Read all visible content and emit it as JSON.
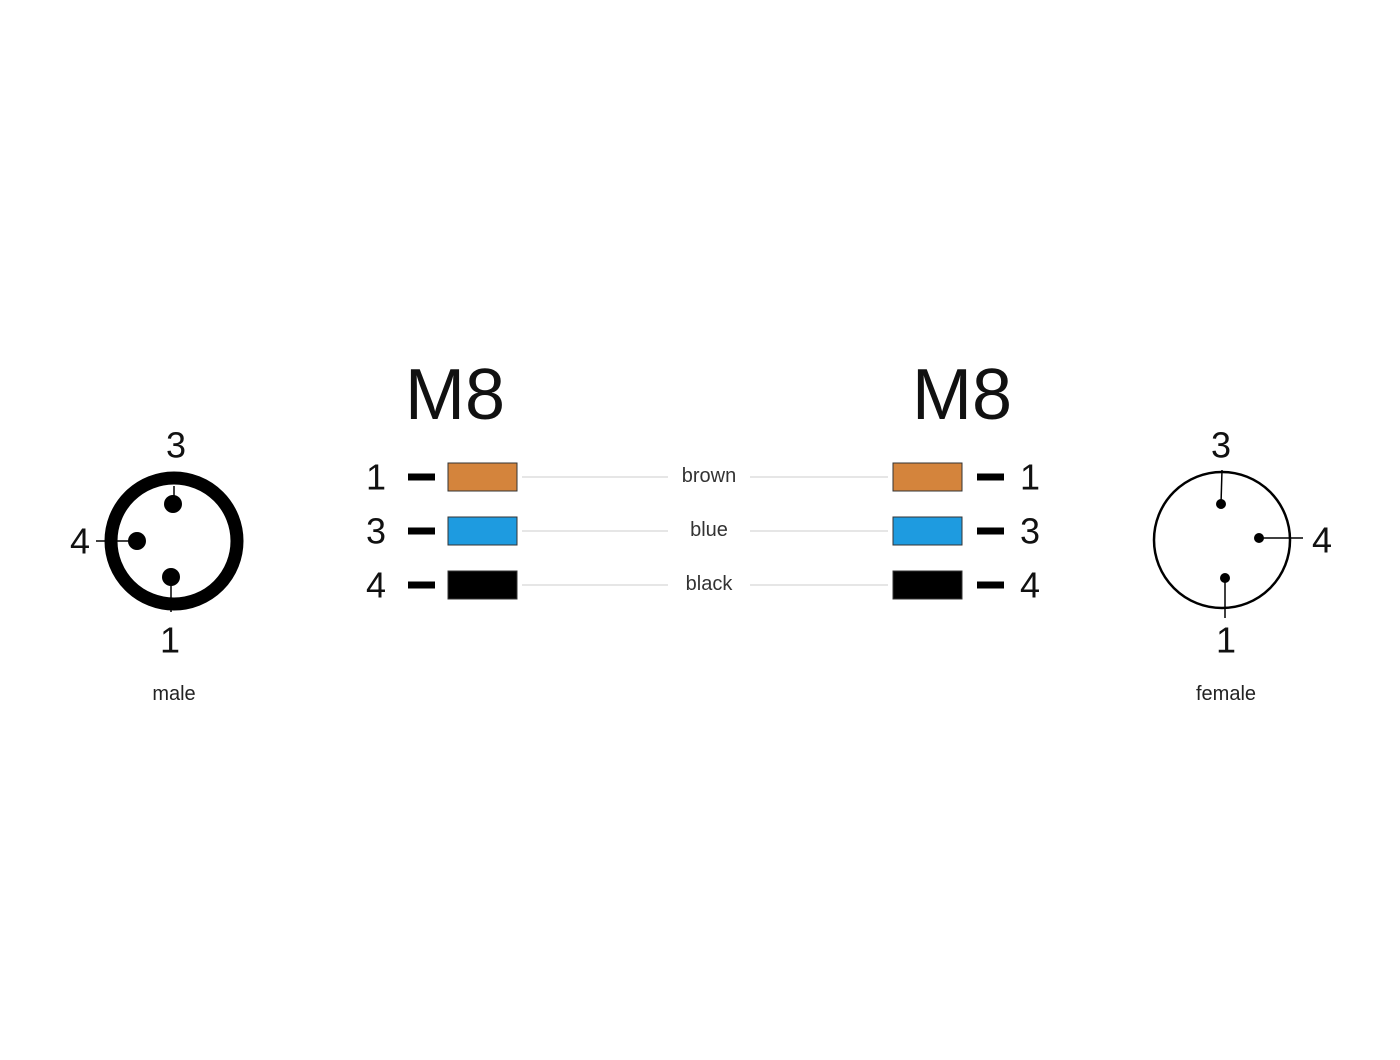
{
  "male_connector": {
    "label": "male",
    "pins": {
      "top": "3",
      "left": "4",
      "bottom": "1"
    }
  },
  "female_connector": {
    "label": "female",
    "pins": {
      "top": "3",
      "right": "4",
      "bottom": "1"
    }
  },
  "left_plug": {
    "title": "M8"
  },
  "right_plug": {
    "title": "M8"
  },
  "wires": [
    {
      "pin": "1",
      "color_name": "brown",
      "color": "#d4843c"
    },
    {
      "pin": "3",
      "color_name": "blue",
      "color": "#1e9be0"
    },
    {
      "pin": "4",
      "color_name": "black",
      "color": "#000000"
    }
  ]
}
